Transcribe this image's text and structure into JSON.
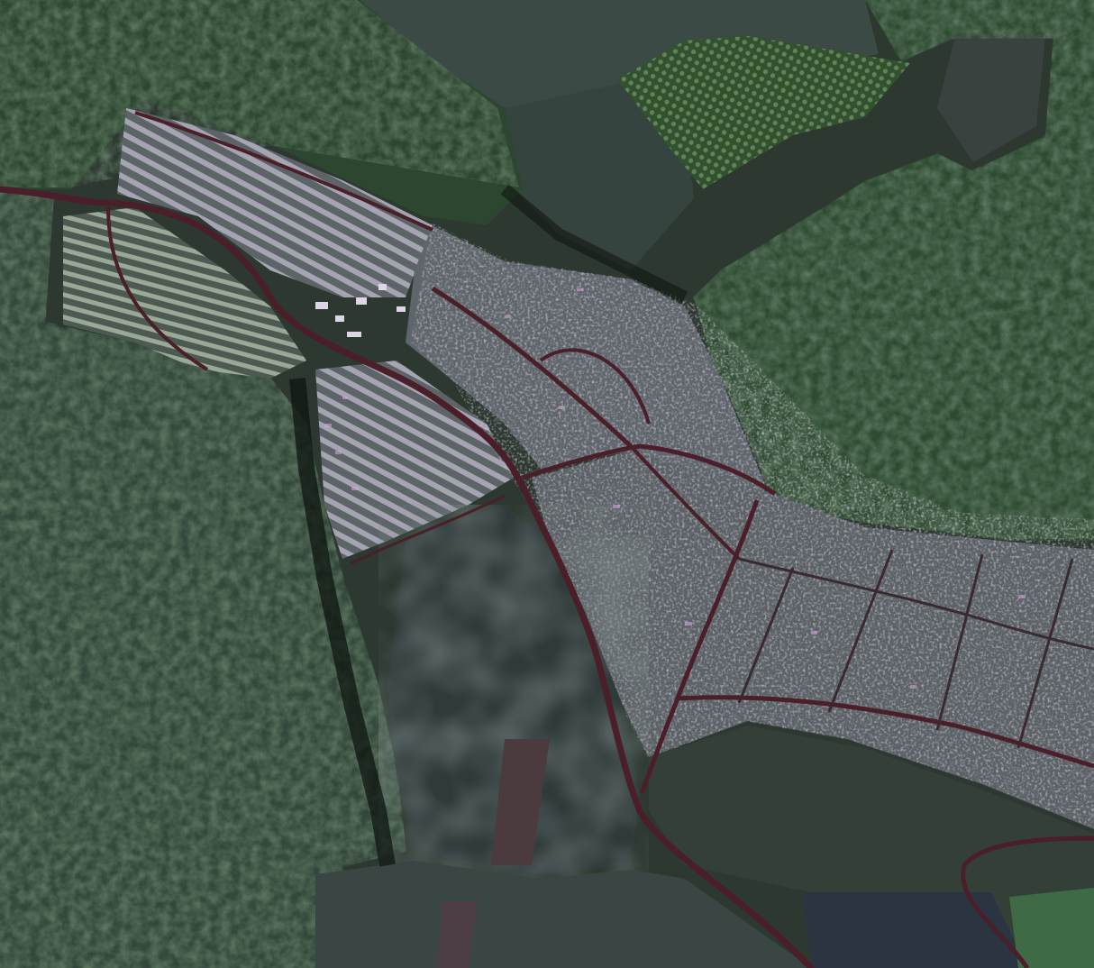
{
  "image": {
    "kind": "aerial-radar-composite",
    "palette": {
      "forest_dark": "#1b2a1d",
      "forest_mid": "#3d5a3c",
      "forest_light": "#7f9b78",
      "field_dark": "#2a3233",
      "field_mid": "#414b47",
      "settlement": "#6e7479",
      "settlement_pink": "#c59ac9",
      "road": "#4a1f2a",
      "shadow": "#0e1310"
    },
    "elements": [
      "forest-top-left",
      "forest-left",
      "forest-right",
      "plantation-top",
      "fields-south",
      "settlement-west",
      "settlement-center",
      "settlement-east",
      "main-road",
      "side-roads"
    ]
  }
}
